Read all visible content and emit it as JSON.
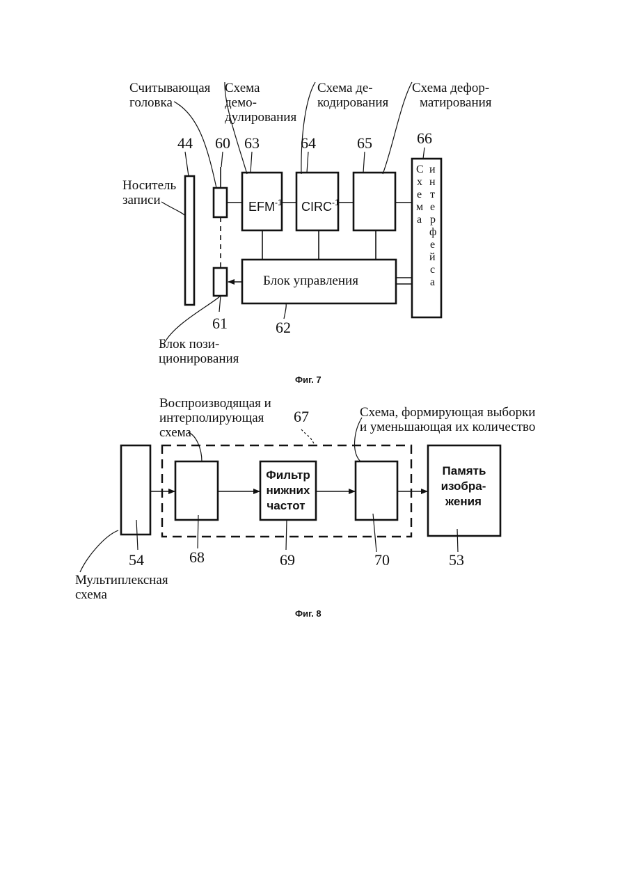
{
  "fig7": {
    "caption": "Фиг. 7",
    "labels": {
      "head_l1": "Считывающая",
      "head_l2": "головка",
      "demod_l1": "Схема",
      "demod_l2": "демо-",
      "demod_l3": "дулирования",
      "decod_l1": "Схема де-",
      "decod_l2": "кодирования",
      "deform_l1": "Схема дефор-",
      "deform_l2": "матирования",
      "medium_l1": "Носитель",
      "medium_l2": "записи",
      "pos_l1": "Блок пози-",
      "pos_l2": "ционирования"
    },
    "numbers": {
      "n44": "44",
      "n60": "60",
      "n63": "63",
      "n64": "64",
      "n65": "65",
      "n66": "66",
      "n61": "61",
      "n62": "62"
    },
    "blocks": {
      "efm": "EFM",
      "efm_sup": "-1",
      "circ": "CIRC",
      "circ_sup": "-1",
      "control": "Блок управления",
      "iface_col1": [
        "С",
        "х",
        "е",
        "м",
        "а"
      ],
      "iface_col2": [
        "и",
        "н",
        "т",
        "е",
        "р",
        "ф",
        "е",
        "й",
        "с",
        "а"
      ]
    }
  },
  "fig8": {
    "caption": "Фиг. 8",
    "labels": {
      "repro_l1": "Воспроизводящая и",
      "repro_l2": "интерполирующая",
      "repro_l3": "схема",
      "sampler_l1": "Схема, формирующая выборки",
      "sampler_l2": "и уменьшающая их количество",
      "mux_l1": "Мультиплексная",
      "mux_l2": "схема"
    },
    "numbers": {
      "n67": "67",
      "n54": "54",
      "n68": "68",
      "n69": "69",
      "n70": "70",
      "n53": "53"
    },
    "blocks": {
      "lpf_l1": "Фильтр",
      "lpf_l2": "нижних",
      "lpf_l3": "частот",
      "mem_l1": "Память",
      "mem_l2": "изобра-",
      "mem_l3": "жения"
    }
  }
}
